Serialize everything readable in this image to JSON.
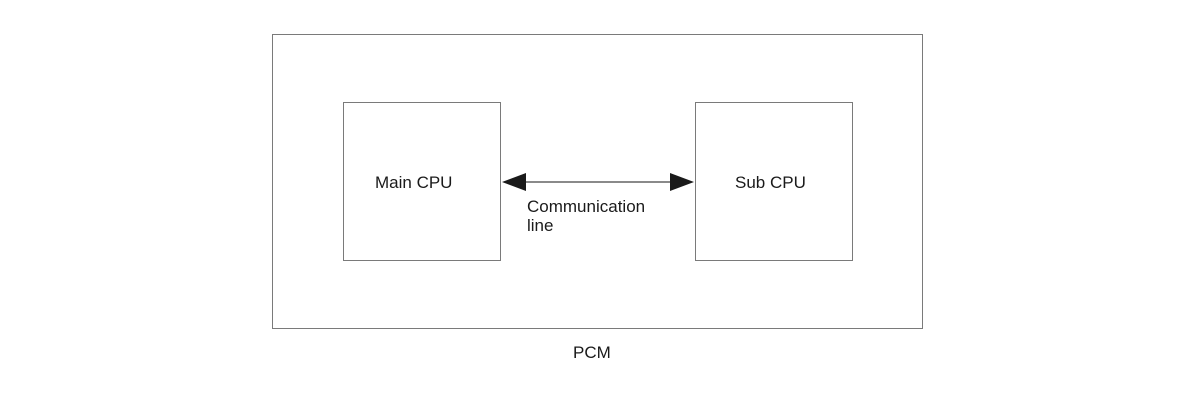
{
  "diagram": {
    "outer_label": "PCM",
    "left_block": "Main CPU",
    "right_block": "Sub CPU",
    "connector_label_line1": "Communication",
    "connector_label_line2": "line",
    "connector": {
      "from": "Main CPU",
      "to": "Sub CPU",
      "direction": "bidirectional"
    }
  },
  "colors": {
    "box_border": "#7a7a7a",
    "arrow": "#1a1a1a",
    "text": "#1a1a1a",
    "background": "#ffffff"
  }
}
